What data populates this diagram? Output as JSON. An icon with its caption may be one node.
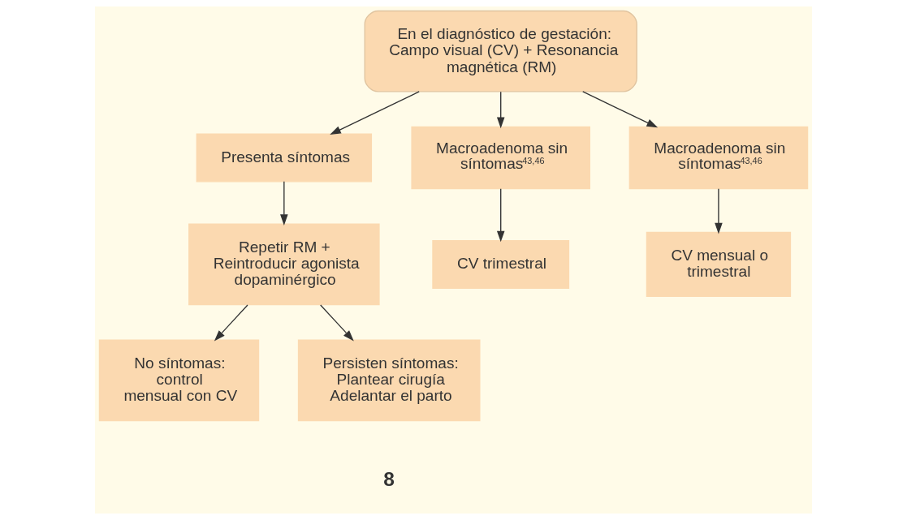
{
  "diagram": {
    "nodes": [
      {
        "text": [
          "En el diagnóstico de gestación: Campo visual (CV) + Resonancia magnética (RM)"
        ]
      },
      {
        "text": [
          "Presenta síntomas"
        ]
      },
      {
        "text": [
          "Macroadenoma sin síntomas$^{43,46}$"
        ]
      },
      {
        "text": [
          "Macroadenoma sin síntomas$^{43,46}$"
        ]
      },
      {
        "text": [
          "Repetir RM + Reintroducir agonista dopaminérgico"
        ]
      },
      {
        "text": [
          "CV trimestral"
        ]
      },
      {
        "text": [
          "CV mensual o trimestral"
        ]
      },
      {
        "text": [
          "No síntomas: control mensual con CV"
        ]
      },
      {
        "text": [
          "Persisten síntomas: Plantear cirugía Adelantar el parto"
        ]
      }
    ],
    "edges": [
      {
        "from": 0,
        "to": 1,
        "arrow": "to"
      },
      {
        "from": 0,
        "to": 2,
        "arrow": "to"
      },
      {
        "from": 0,
        "to": 3,
        "arrow": "to"
      },
      {
        "from": 1,
        "to": 4,
        "arrow": "to"
      },
      {
        "from": 2,
        "to": 5,
        "arrow": "to"
      },
      {
        "from": 3,
        "to": 6,
        "arrow": "to"
      },
      {
        "from": 4,
        "to": 7,
        "arrow": "to"
      },
      {
        "from": 4,
        "to": 8,
        "arrow": "to"
      }
    ],
    "labels": [
      "8"
    ]
  }
}
